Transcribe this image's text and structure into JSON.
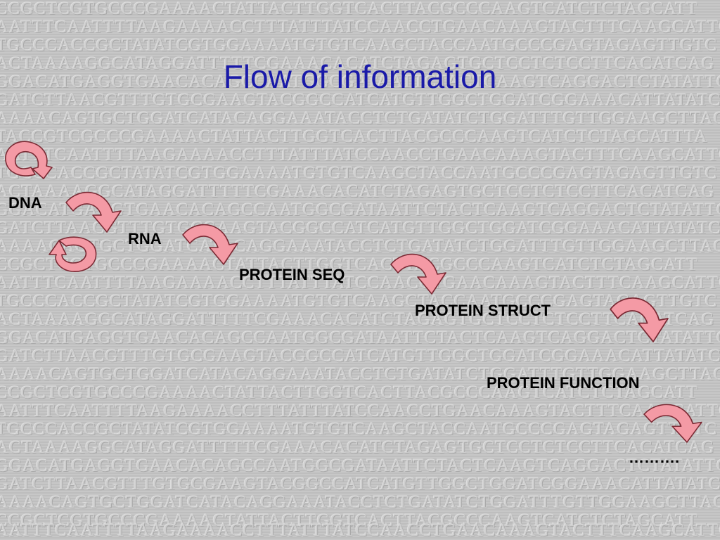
{
  "slide": {
    "title": "Flow of information",
    "steps": [
      "DNA",
      "RNA",
      "PROTEIN SEQ",
      "PROTEIN STRUCT",
      "PROTEIN FUNCTION",
      "………."
    ]
  },
  "background": {
    "sequence_lines": [
      "CCGCTCGTGCCCGAAAACTATTACTTGGTCACTTACGCCCAAGTCATCTCTAGCATT",
      "AATTTCAATTTTAAGAAAACCTTTATTTATCCAACCTGAACAAAGTACTTTCAAGCATTC",
      "TGCCCACCGCTATATCGTGGAAAATGTGTCAAGCTACCAATGCCCGAGTAGAGTTGTC",
      "ACTAAAAGGCATAGGATTTTTCGAAACACATCTAGAGTGCTCCTCTCCTTCACATCAG",
      "GGACATGAGGTGAACACAGCCAATGGCGATAATTCTACTCAAGTCAGGACTCTATATTC",
      "GATCTTAACGTTTGTGCGAAGTACGGCCATCATGTTGGCTGGATCGGAAACATTATATC",
      "AAAACAGTGCTGGATCATACAGGAAATACCTCTGATATCTGGATTTGTTGGAAGCTTAC",
      "TACCGTCGCCCGAAAACTATTACTTGGTCACTTACGCCCAAGTCATCTCTAGCATTTA",
      "AATTTCAATTTTAAGAAAACCTTTATTTATCCAACCTGAACAAAGTACTTTCAAGCATTC",
      "TGCCCACCGCTATATCGTGGAAAATGTGTCAAGCTACCAATGCCCGAGTAGAGTTGTC",
      "ACTAAAAGGCATAGGATTTTTCGAAACACATCTAGAGTGCTCCTCTCCTTCACATCAG",
      "GGACATGAGGTGAACACAGCCAATGGCGATAATTCTACTCAAGTCAGGACTCTATATTC",
      "GATCTTAACGTTTGTGCGAAGTACGGCCATCATGTTGGCTGGATCGGAAACATTATATC",
      "AAAACAGTGCTGGATCATACAGGAAATACCTCTGATATCTGGATTTGTTGGAAGCTTAC",
      "CCGCTCGTGCCCGAAAACTATTACTTGGTCACTTACGCCCAAGTCATCTCTAGCATT",
      "AATTTCAATTTTAAGAAAACCTTTATTTATCCAACCTGAACAAAGTACTTTCAAGCATTC",
      "TGCCCACCGCTATATCGTGGAAAATGTGTCAAGCTACCAATGCCCGAGTAGAGTTGTC",
      "ACTAAAAGGCATAGGATTTTTCGAAACACATCTAGAGTGCTCCTCTCCTTCACATCAG",
      "GGACATGAGGTGAACACAGCCAATGGCGATAATTCTACTCAAGTCAGGACTCTATATTC",
      "GATCTTAACGTTTGTGCGAAGTACGGCCATCATGTTGGCTGGATCGGAAACATTATATC",
      "AAAACAGTGCTGGATCATACAGGAAATACCTCTGATATCTGGATTTGTTGGAAGCTTAC",
      "CCGCTCGTGCCCGAAAACTATTACTTGGTCACTTACGCCCAAGTCATCTCTAGCATT",
      "AATTTCAATTTTAAGAAAACCTTTATTTATCCAACCTGAACAAAGTACTTTCAAGCATTC",
      "TGCCCACCGCTATATCGTGGAAAATGTGTCAAGCTACCAATGCCCGAGTAGAGTTGTC",
      "ACTAAAAGGCATAGGATTTTTCGAAACACATCTAGAGTGCTCCTCTCCTTCACATCAG",
      "GGACATGAGGTGAACACAGCCAATGGCGATAATTCTACTCAAGTCAGGACTCTATATTC",
      "GATCTTAACGTTTGTGCGAAGTACGGCCATCATGTTGGCTGGATCGGAAACATTATATC",
      "AAAACAGTGCTGGATCATACAGGAAATACCTCTGATATCTGGATTTGTTGGAAGCTTAC",
      "CCGCTCGTGCCCGAAAACTATTACTTGGTCACTTACGCCCAAGTCATCTCTAGCATT",
      "AATTTCAATTTTAAGAAAACCTTTATTTATCCAACCTGAACAAAGTACTTTCAAGCATTC"
    ]
  },
  "colors": {
    "title": "#1a1aa8",
    "arrow_fill": "#f49aa5",
    "arrow_stroke": "#7a2a34",
    "background": "#c4c4c4"
  },
  "icons": [
    "curved-arrow-icon",
    "cycle-arrow-icon"
  ]
}
